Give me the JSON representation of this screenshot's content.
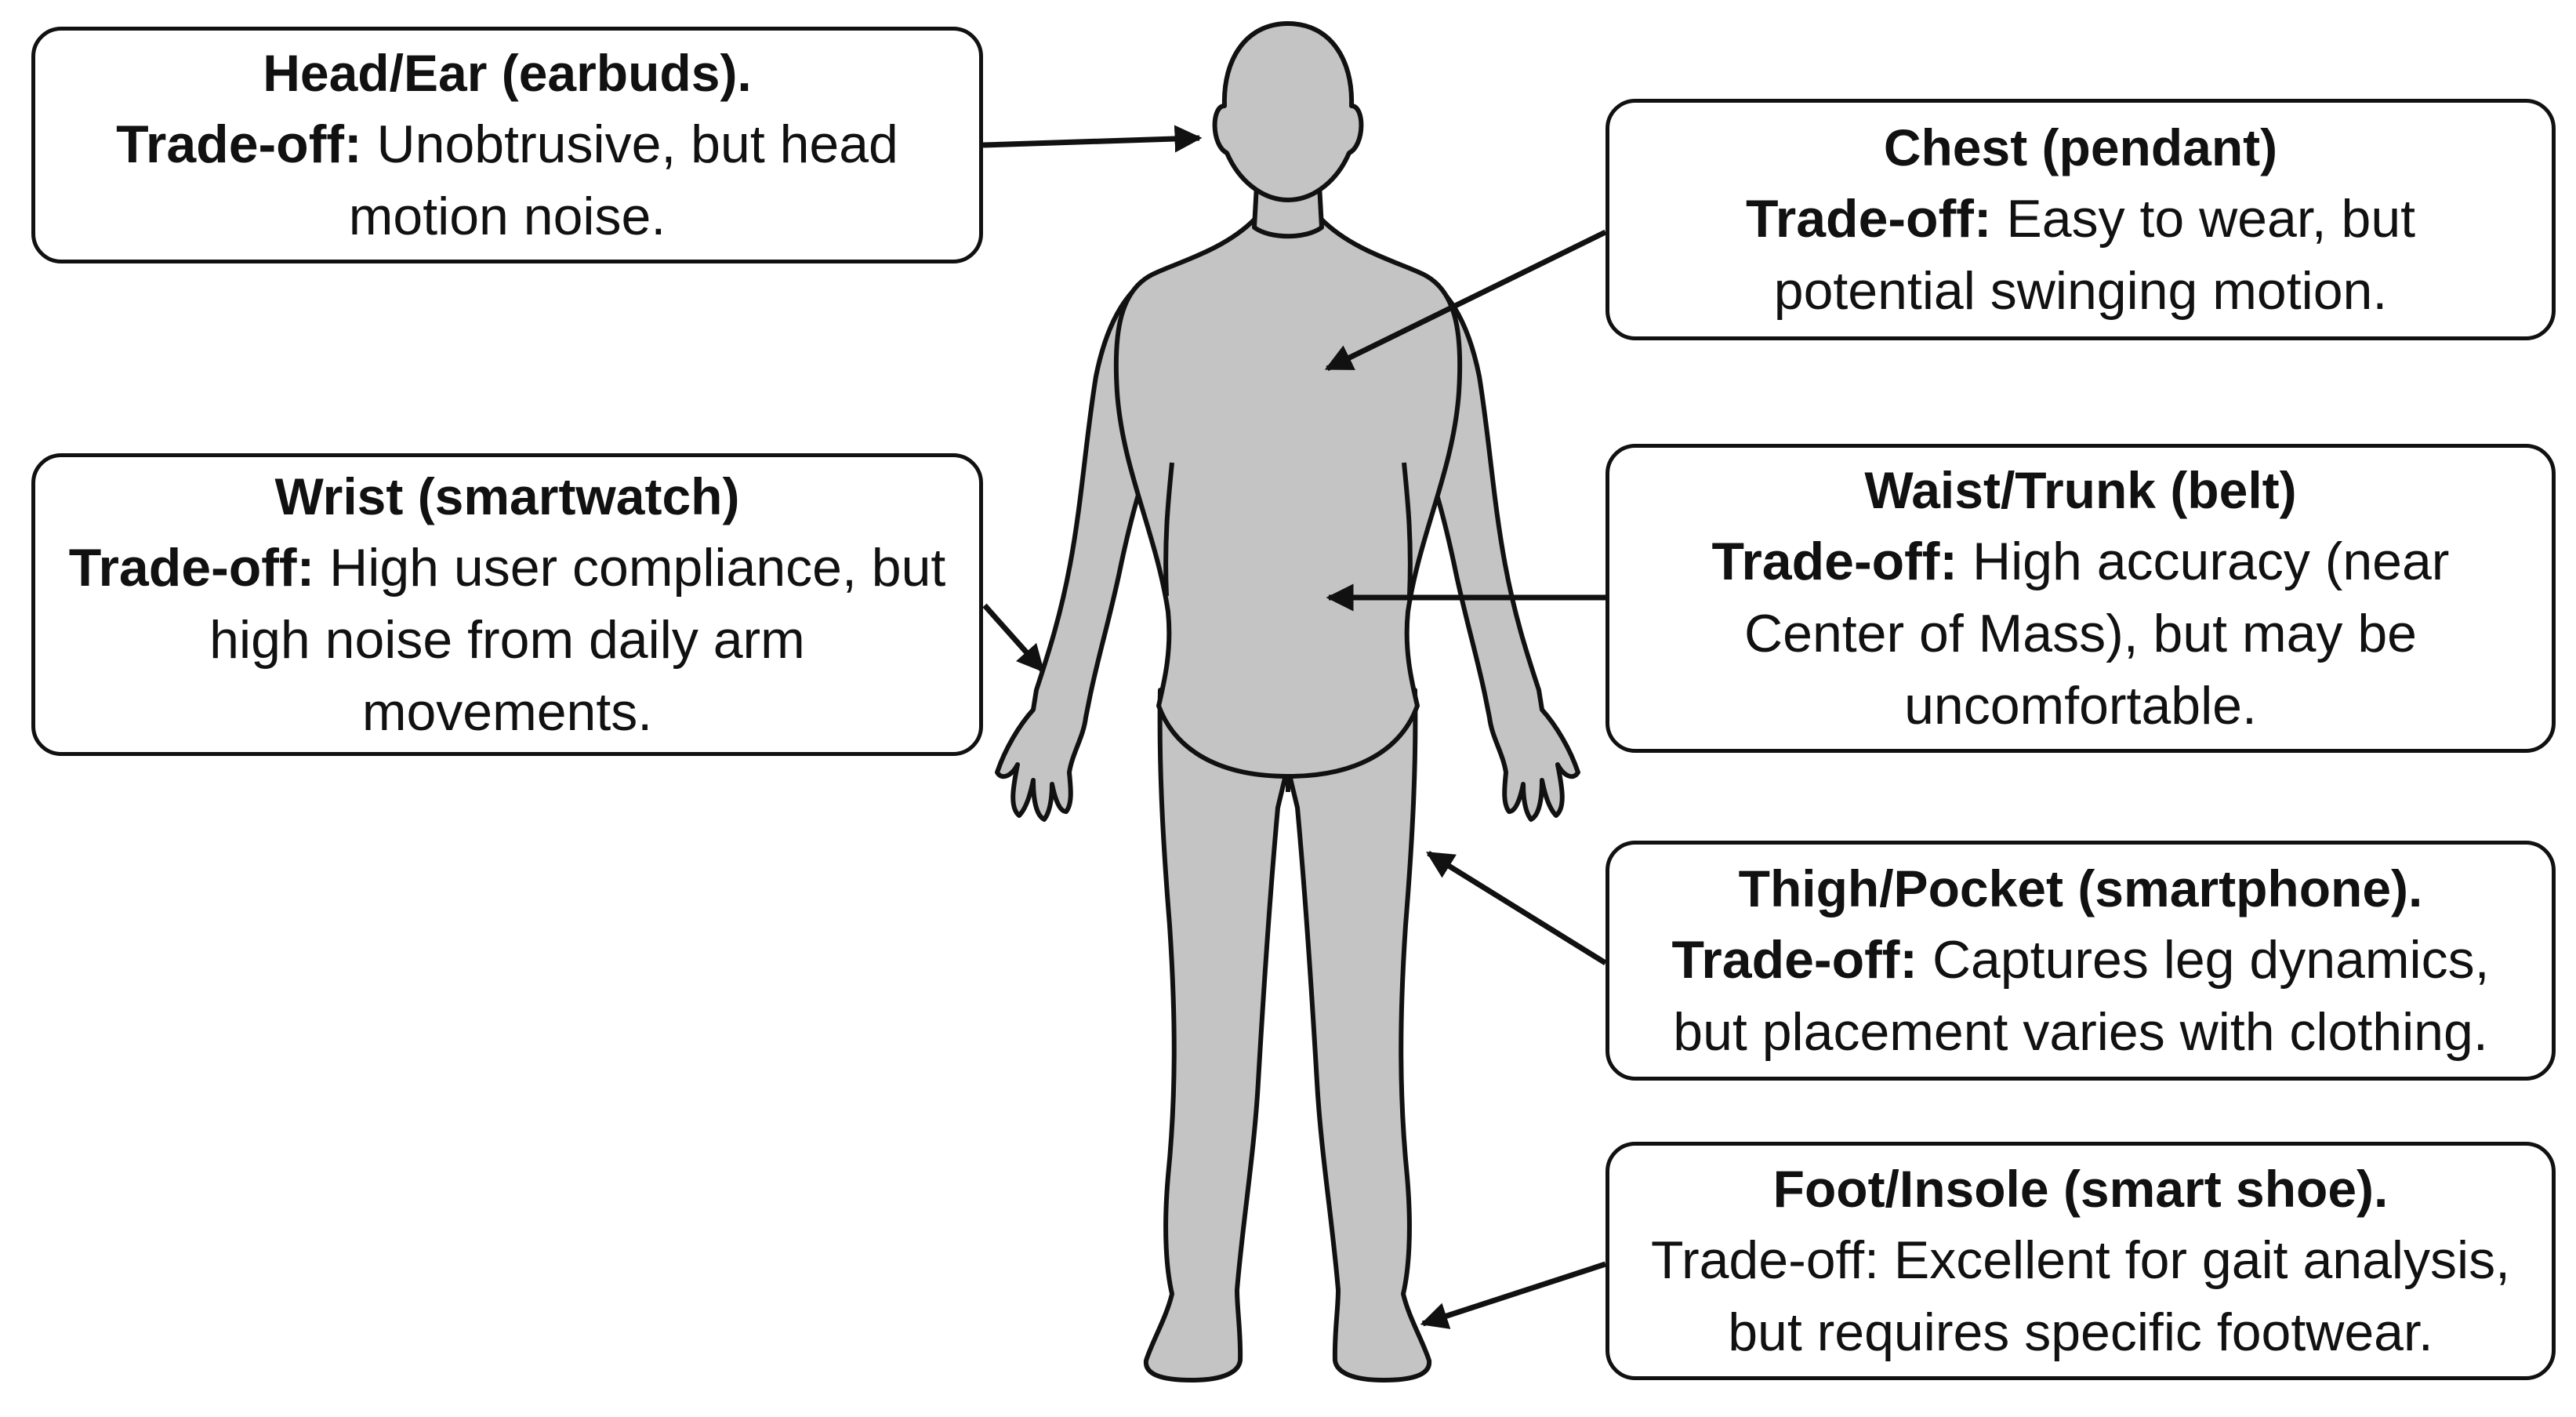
{
  "callouts": {
    "head": {
      "title": "Head/Ear (earbuds).",
      "tradeoff_label": "Trade-off:",
      "tradeoff_text": " Unobtrusive, but head motion noise."
    },
    "chest": {
      "title": "Chest (pendant)",
      "tradeoff_label": "Trade-off:",
      "tradeoff_text": " Easy to wear, but potential swinging motion."
    },
    "wrist": {
      "title": "Wrist (smartwatch)",
      "tradeoff_label": "Trade-off:",
      "tradeoff_text": " High user compliance, but high noise from daily arm movements."
    },
    "waist": {
      "title": "Waist/Trunk (belt)",
      "tradeoff_label": "Trade-off:",
      "tradeoff_text": " High accuracy (near Center of Mass), but may be uncomfortable."
    },
    "thigh": {
      "title": "Thigh/Pocket (smartphone).",
      "tradeoff_label": "Trade-off:",
      "tradeoff_text": " Captures leg dynamics, but placement varies with clothing."
    },
    "foot": {
      "title": "Foot/Insole (smart shoe).",
      "tradeoff_label": "Trade-off:",
      "tradeoff_text": " Excellent for gait analysis, but requires specific footwear."
    }
  },
  "colors": {
    "body_fill": "#c4c4c4",
    "outline": "#111111",
    "background": "#ffffff"
  }
}
